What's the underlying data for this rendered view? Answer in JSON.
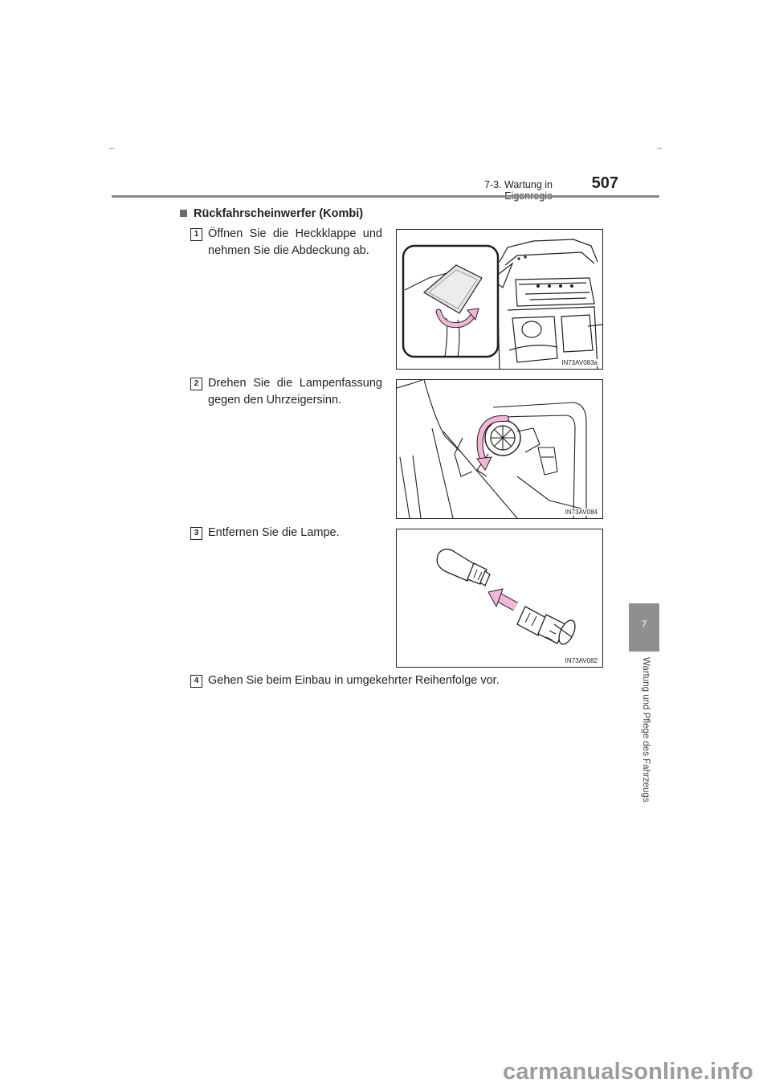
{
  "header": {
    "chapter_title": "7-3. Wartung in Eigenregie",
    "page_number": "507"
  },
  "side_tab": {
    "chapter_number": "7",
    "chapter_label": "Wartung und Pflege des Fahrzeugs"
  },
  "section": {
    "title": "Rückfahrscheinwerfer (Kombi)"
  },
  "steps": [
    {
      "number": "1",
      "text": "Öffnen Sie die Heckklappe und nehmen Sie die Abdeckung ab.",
      "figure_code": "IN73AV083a"
    },
    {
      "number": "2",
      "text": "Drehen Sie die Lampenfassung gegen den Uhrzeigersinn.",
      "figure_code": "IN73AV084"
    },
    {
      "number": "3",
      "text": "Entfernen Sie die Lampe.",
      "figure_code": "IN73AV082"
    },
    {
      "number": "4",
      "text": "Gehen Sie beim Einbau in umgekehrter Reihenfolge vor."
    }
  ],
  "colors": {
    "arrow_pink": "#f4b6d8",
    "tab_gray": "#8f8f8f",
    "rule_gray": "#8a8a8a"
  },
  "watermark": "carmanualsonline.info"
}
